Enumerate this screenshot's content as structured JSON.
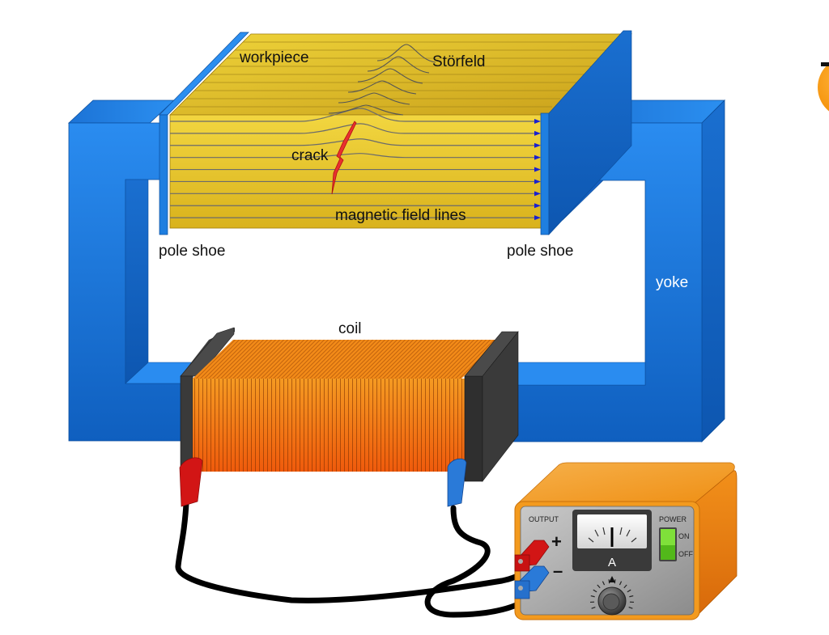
{
  "diagram": {
    "title": "Magnetic particle inspection setup",
    "labels": {
      "workpiece": "workpiece",
      "stoerfeld": "Störfeld",
      "crack": "crack",
      "field_lines": "magnetic field lines",
      "pole_shoe_left": "pole shoe",
      "pole_shoe_right": "pole shoe",
      "yoke": "yoke",
      "coil": "coil"
    },
    "power_supply": {
      "output_label": "OUTPUT",
      "plus": "+",
      "minus": "–",
      "meter_unit": "A",
      "power_label": "POWER",
      "on_label": "ON",
      "off_label": "OFF",
      "switch_state": "ON"
    },
    "colors": {
      "yoke_blue": "#1f7fe0",
      "workpiece_yellow": "#eccc2e",
      "coil_orange": "#f07a10",
      "crack_red": "#e83030",
      "field_line_arrow": "#1a20d0",
      "supply_orange": "#f39a1e",
      "panel_grey": "#a9a9a9",
      "switch_green": "#6fd12a",
      "lead_red": "#d21515",
      "lead_blue": "#2a7ad8"
    },
    "field_line_count": 9,
    "disturbance_line_count": 6
  }
}
